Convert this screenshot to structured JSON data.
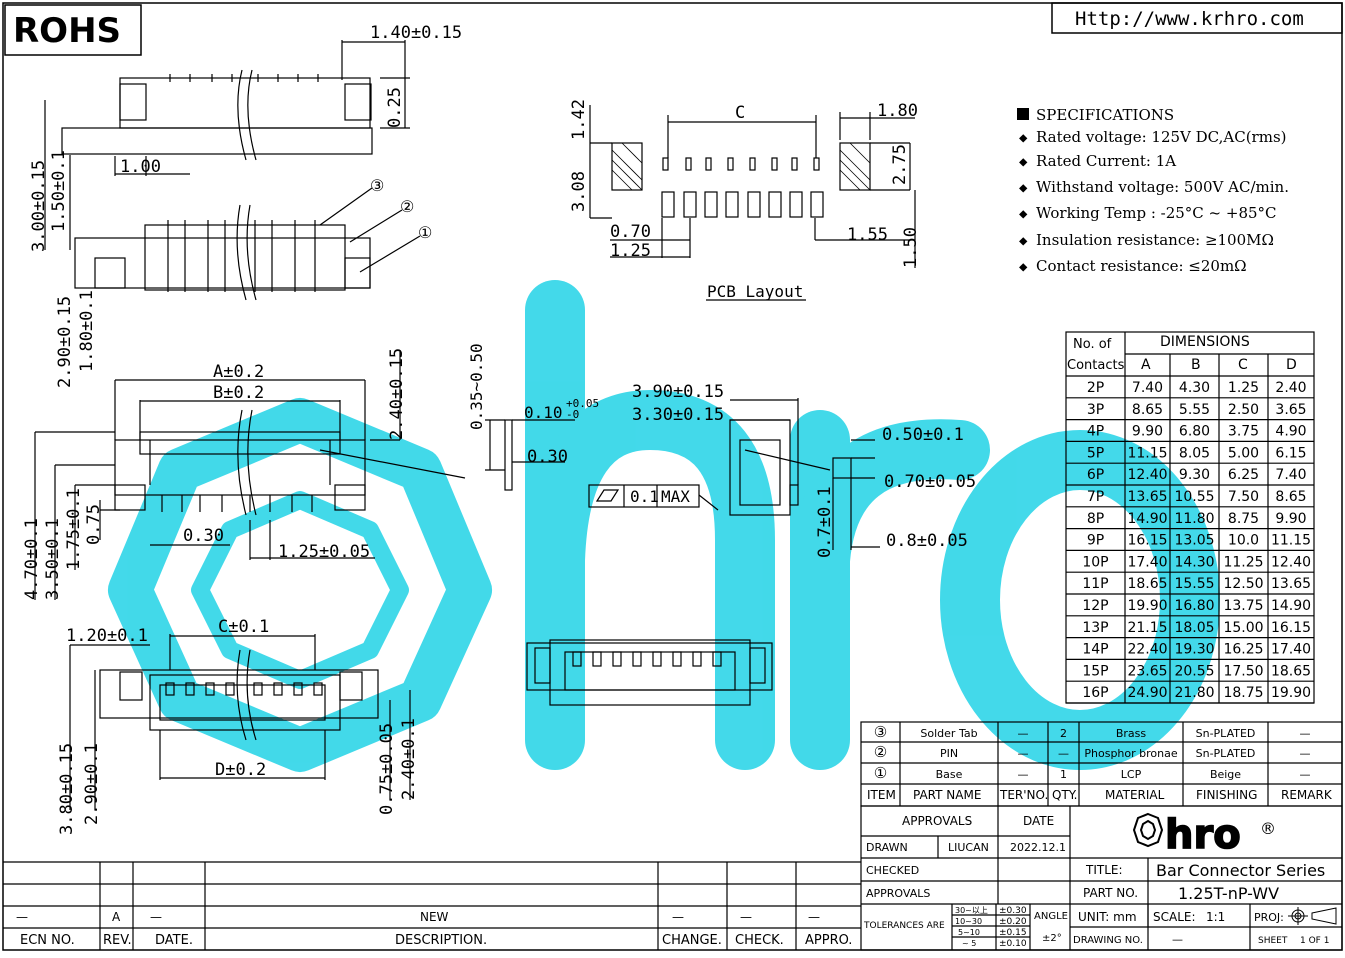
{
  "header": {
    "rohs": "ROHS",
    "url": "Http://www.krhro.com"
  },
  "colors": {
    "watermark": "#33d6e8",
    "line": "#000000",
    "paper": "#ffffff"
  },
  "watermark": {
    "text": "hro"
  },
  "side_view": {
    "top_width": "1.40±0.15",
    "tab_height": "0.25",
    "base_offset": "1.00",
    "total_height": "3.00±0.15",
    "body_height": "1.50±0.1",
    "mid_height": "2.90±0.15",
    "mid_height2": "1.80±0.1",
    "callouts": [
      "③",
      "②",
      "①"
    ]
  },
  "front_view": {
    "dim_a": "A±0.2",
    "dim_b": "B±0.2",
    "height": "2.40±0.15",
    "pin_gap": "0.30",
    "pitch": "1.25±0.05",
    "h1": "4.70±0.1",
    "h2": "3.50±0.1",
    "h3": "1.75±0.1",
    "h4": "0.75"
  },
  "bottom_view": {
    "tab": "1.20±0.1",
    "dim_c": "C±0.1",
    "dim_d": "D±0.2",
    "h1": "3.80±0.15",
    "h2": "2.90±0.1",
    "h3": "0.75±0.05",
    "h4": "2.40±0.1"
  },
  "pin_detail": {
    "range": "0.35~0.50",
    "thickness": "0.10",
    "tol_plus": "+0.05",
    "tol_minus": "-0",
    "width": "0.30"
  },
  "flatness": {
    "value": "0.1",
    "max": "MAX"
  },
  "section_detail": {
    "outer": "3.90±0.15",
    "inner": "3.30±0.15",
    "tip": "0.50±0.1",
    "pin_w": "0.70±0.05",
    "height": "0.7±0.1",
    "pin_h": "0.8±0.05"
  },
  "pcb_layout": {
    "title": "PCB Layout",
    "c": "C",
    "pad_w": "1.80",
    "h1": "1.42",
    "h2": "2.75",
    "h3": "3.08",
    "pad": "0.70",
    "pitch": "1.25",
    "edge": "1.55",
    "h4": "1.50"
  },
  "specs": {
    "title": "SPECIFICATIONS",
    "items": [
      "Rated voltage: 125V DC,AC(rms)",
      "Rated Current: 1A",
      "Withstand voltage: 500V AC/min.",
      "Working Temp : -25°C ~ +85°C",
      "Insulation resistance: ≥100MΩ",
      "Contact resistance: ≤20mΩ"
    ]
  },
  "dim_table": {
    "h_no": "No. of",
    "h_contacts": "Contacts",
    "h_dims": "DIMENSIONS",
    "cols": [
      "A",
      "B",
      "C",
      "D"
    ],
    "rows": [
      [
        "2P",
        "7.40",
        "4.30",
        "1.25",
        "2.40"
      ],
      [
        "3P",
        "8.65",
        "5.55",
        "2.50",
        "3.65"
      ],
      [
        "4P",
        "9.90",
        "6.80",
        "3.75",
        "4.90"
      ],
      [
        "5P",
        "11.15",
        "8.05",
        "5.00",
        "6.15"
      ],
      [
        "6P",
        "12.40",
        "9.30",
        "6.25",
        "7.40"
      ],
      [
        "7P",
        "13.65",
        "10.55",
        "7.50",
        "8.65"
      ],
      [
        "8P",
        "14.90",
        "11.80",
        "8.75",
        "9.90"
      ],
      [
        "9P",
        "16.15",
        "13.05",
        "10.0",
        "11.15"
      ],
      [
        "10P",
        "17.40",
        "14.30",
        "11.25",
        "12.40"
      ],
      [
        "11P",
        "18.65",
        "15.55",
        "12.50",
        "13.65"
      ],
      [
        "12P",
        "19.90",
        "16.80",
        "13.75",
        "14.90"
      ],
      [
        "13P",
        "21.15",
        "18.05",
        "15.00",
        "16.15"
      ],
      [
        "14P",
        "22.40",
        "19.30",
        "16.25",
        "17.40"
      ],
      [
        "15P",
        "23.65",
        "20.55",
        "17.50",
        "18.65"
      ],
      [
        "16P",
        "24.90",
        "21.80",
        "18.75",
        "19.90"
      ]
    ]
  },
  "parts": {
    "rows": [
      [
        "③",
        "Solder Tab",
        "—",
        "2",
        "Brass",
        "Sn-PLATED",
        "—"
      ],
      [
        "②",
        "PIN",
        "—",
        "—",
        "Phosphor bronae",
        "Sn-PLATED",
        "—"
      ],
      [
        "①",
        "Base",
        "—",
        "1",
        "LCP",
        "Beige",
        "—"
      ]
    ],
    "header": [
      "ITEM",
      "PART NAME",
      "TER'NO.",
      "QTY.",
      "MATERIAL",
      "FINISHING",
      "REMARK"
    ]
  },
  "title_block": {
    "approvals_h": "APPROVALS",
    "date_h": "DATE",
    "drawn": "DRAWN",
    "drawn_by": "LIUCAN",
    "drawn_date": "2022.12.1",
    "checked": "CHECKED",
    "approvals": "APPROVALS",
    "logo": "hro",
    "reg": "®",
    "title_l": "TITLE:",
    "title": "Bar Connector Series",
    "part_l": "PART NO.",
    "part": "1.25T-nP-WV",
    "tol_l": "TOLERANCES ARE",
    "tol_ranges": [
      "30~以上",
      "10~30",
      "5~10",
      "~ 5"
    ],
    "tol_vals": [
      "±0.30",
      "±0.20",
      "±0.15",
      "±0.10"
    ],
    "angle_l": "ANGLE",
    "angle": "±2°",
    "unit": "UNIT: mm",
    "scale_l": "SCALE:",
    "scale": "1:1",
    "proj": "PROJ:",
    "drawing_no": "DRAWING NO.",
    "drawing_val": "—",
    "sheet": "SHEET",
    "sheet_val": "1 OF 1"
  },
  "revision": {
    "row": [
      "—",
      "A",
      "—",
      "NEW",
      "—",
      "—",
      "—"
    ],
    "header": [
      "ECN NO.",
      "REV.",
      "DATE.",
      "DESCRIPTION.",
      "CHANGE.",
      "CHECK.",
      "APPRO."
    ]
  }
}
